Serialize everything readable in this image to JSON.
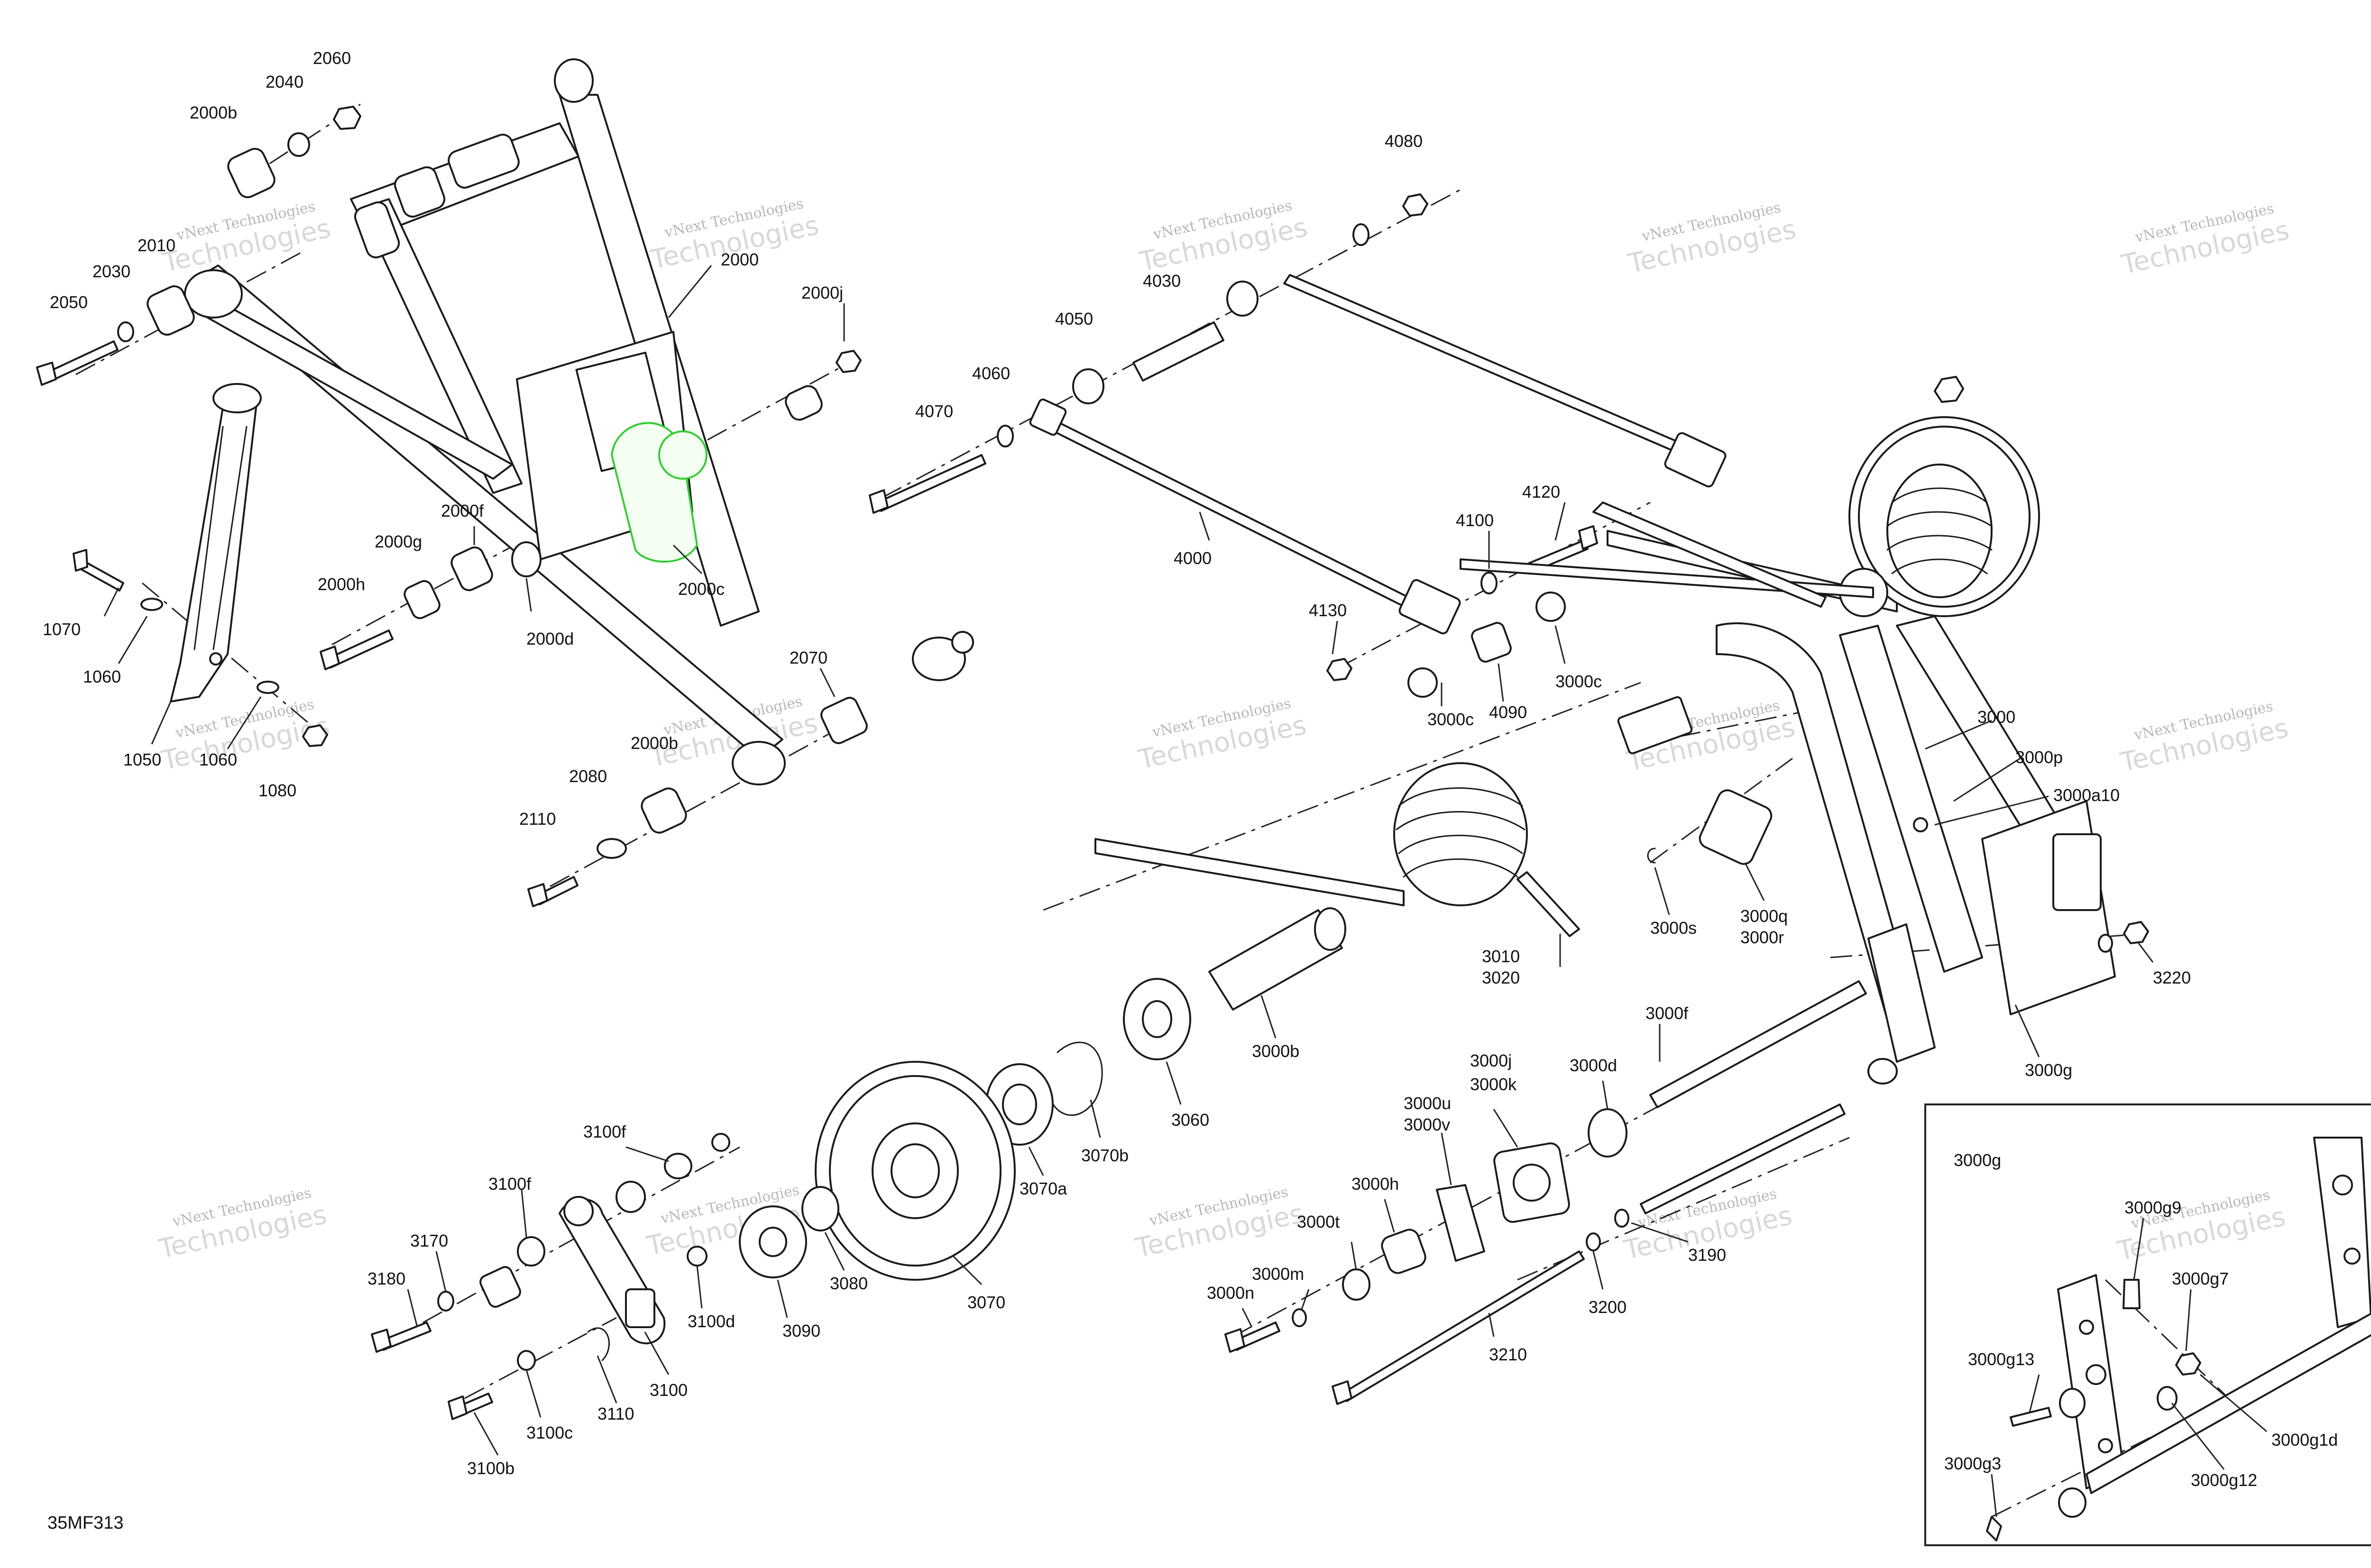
{
  "diagram": {
    "code": "35MF313",
    "watermark": {
      "line1": "vNext Technologies",
      "line2": "Technologies"
    },
    "inset_title": "3000g",
    "callouts": {
      "c2060": "2060",
      "c2040": "2040",
      "c2000b_top": "2000b",
      "c2010": "2010",
      "c2030": "2030",
      "c2050": "2050",
      "c2000": "2000",
      "c2000j": "2000j",
      "c2000f": "2000f",
      "c2000g": "2000g",
      "c2000h": "2000h",
      "c2000d": "2000d",
      "c2000c": "2000c",
      "c1070": "1070",
      "c1060_top": "1060",
      "c1050": "1050",
      "c1060_bot": "1060",
      "c1080": "1080",
      "c2070": "2070",
      "c2000b_bot": "2000b",
      "c2080": "2080",
      "c2110": "2110",
      "c4080": "4080",
      "c4030": "4030",
      "c4050": "4050",
      "c4060": "4060",
      "c4070": "4070",
      "c4000": "4000",
      "c4120": "4120",
      "c4100": "4100",
      "c4130": "4130",
      "c3000c_a": "3000c",
      "c3000c_b": "3000c",
      "c4090": "4090",
      "c3000": "3000",
      "c3000p": "3000p",
      "c3000a10": "3000a10",
      "c3000s": "3000s",
      "c3000q": "3000q",
      "c3000r": "3000r",
      "c3010": "3010",
      "c3020": "3020",
      "c3220": "3220",
      "c3000b": "3000b",
      "c3000f": "3000f",
      "c3000g": "3000g",
      "c3060": "3060",
      "c3070b": "3070b",
      "c3000j": "3000j",
      "c3000k": "3000k",
      "c3000d": "3000d",
      "c3000u": "3000u",
      "c3000v": "3000v",
      "c3070a": "3070a",
      "c3000h": "3000h",
      "c3000t": "3000t",
      "c3000m": "3000m",
      "c3000n": "3000n",
      "c3070": "3070",
      "c3080": "3080",
      "c3090": "3090",
      "c3100d": "3100d",
      "c3100f_a": "3100f",
      "c3100f_b": "3100f",
      "c3170": "3170",
      "c3180": "3180",
      "c3100c": "3100c",
      "c3110": "3110",
      "c3100": "3100",
      "c3100b": "3100b",
      "c3210": "3210",
      "c3200": "3200",
      "c3190": "3190",
      "c3000g9": "3000g9",
      "c3000g7": "3000g7",
      "c3000g13": "3000g13",
      "c3000g1d": "3000g1d",
      "c3000g3": "3000g3",
      "c3000g12": "3000g12"
    }
  }
}
